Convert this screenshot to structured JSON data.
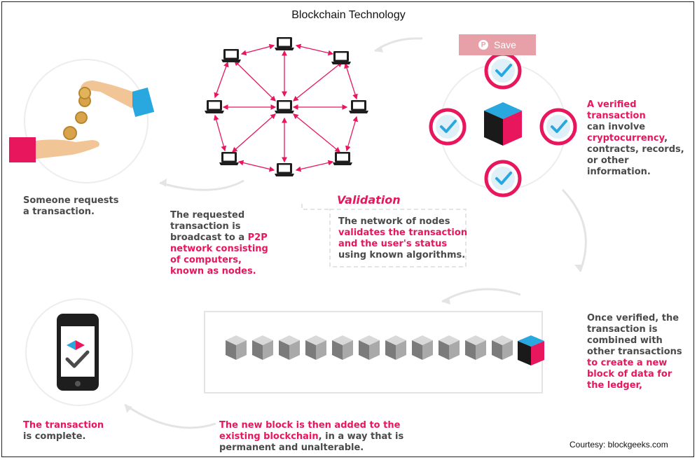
{
  "title": "Blockchain Technology",
  "save_label": "Save",
  "save_icon": "pinterest-icon",
  "steps": {
    "request": {
      "lines": [
        "Someone requests",
        "a transaction."
      ]
    },
    "broadcast": {
      "lines": [
        "The requested",
        "transaction is"
      ],
      "mixed": {
        "pre": "broadcast to a ",
        "hl": "P2P"
      },
      "pink_lines": [
        "network consisting",
        "of computers,",
        "known as nodes."
      ]
    },
    "validation": {
      "heading": "Validation",
      "line1": "The network of nodes",
      "pink_lines": [
        "validates the transaction",
        "and the user's status"
      ],
      "line_last": "using known algorithms."
    },
    "verified": {
      "pink1": "A verified transaction",
      "line2": "can involve",
      "pink2": "cryptocurrency",
      "pink2_suffix": ",",
      "lines": [
        "contracts, records,",
        "or other information."
      ]
    },
    "combined": {
      "lines": [
        "Once verified, the",
        "transaction is",
        "combined with",
        "other transactions"
      ],
      "pink_lines": [
        "to create a new",
        "block of data for",
        "the ledger,"
      ]
    },
    "added": {
      "pink_lines": [
        "The new block is then added to the"
      ],
      "mixed": {
        "hl": "existing blockchain",
        "post": ", in a way that is"
      },
      "lines": [
        "permanent and unalterable."
      ]
    },
    "complete": {
      "pink": "The transaction",
      "line": "is complete."
    }
  },
  "courtesy": "Courtesy: blockgeeks.com",
  "colors": {
    "pink": "#e8175d",
    "blue": "#29a8e0",
    "dark": "#1a1a1a",
    "gray": "#4a4a4a",
    "light": "#e6e6e6",
    "save_bg": "#e8a0a8"
  }
}
